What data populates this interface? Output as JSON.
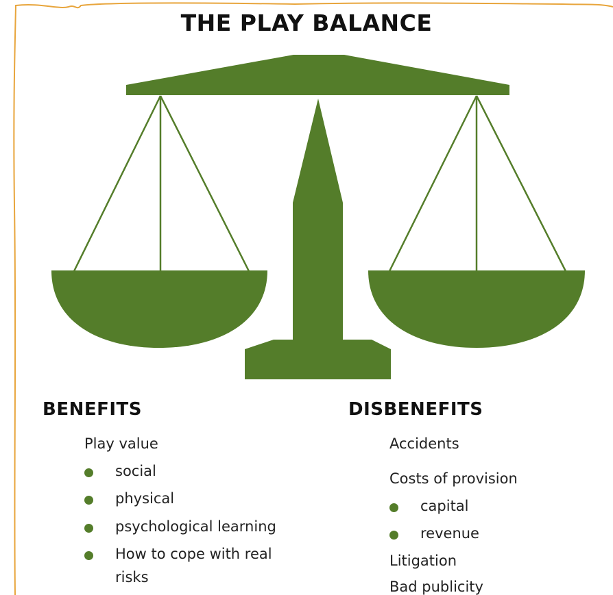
{
  "title": "THE PLAY BALANCE",
  "colors": {
    "scale": "#547d2a",
    "bullet": "#547d2a",
    "frame": "#e8a53c"
  },
  "benefits": {
    "heading": "BENEFITS",
    "intro": "Play value",
    "bullets": [
      "social",
      "physical",
      "psychological learning",
      "How to cope with real"
    ],
    "continuation": "risks"
  },
  "disbenefits": {
    "heading": "DISBENEFITS",
    "item_accidents": "Accidents",
    "item_costs": "Costs of provision",
    "bullets": [
      "capital",
      "revenue"
    ],
    "item_litigation": "Litigation",
    "item_publicity": "Bad publicity"
  }
}
